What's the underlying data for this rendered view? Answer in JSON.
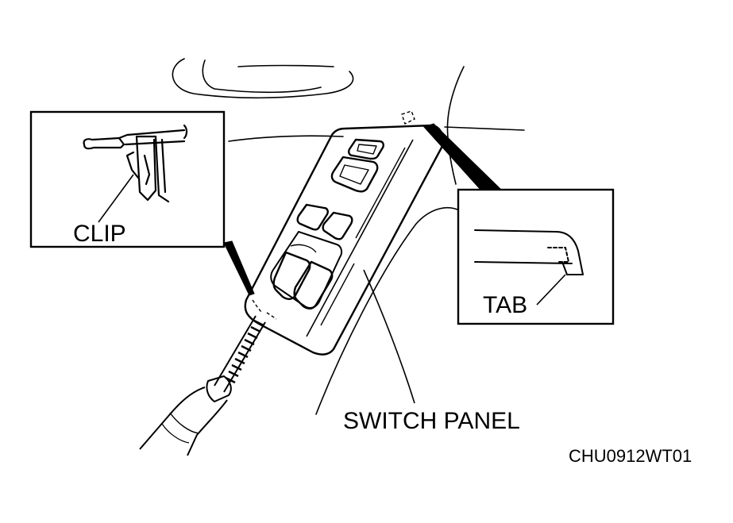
{
  "labels": {
    "clip": "CLIP",
    "tab": "TAB",
    "switch_panel": "SWITCH PANEL",
    "figure_code": "CHU0912WT01"
  },
  "colors": {
    "ink": "#000000",
    "paper": "#ffffff"
  }
}
